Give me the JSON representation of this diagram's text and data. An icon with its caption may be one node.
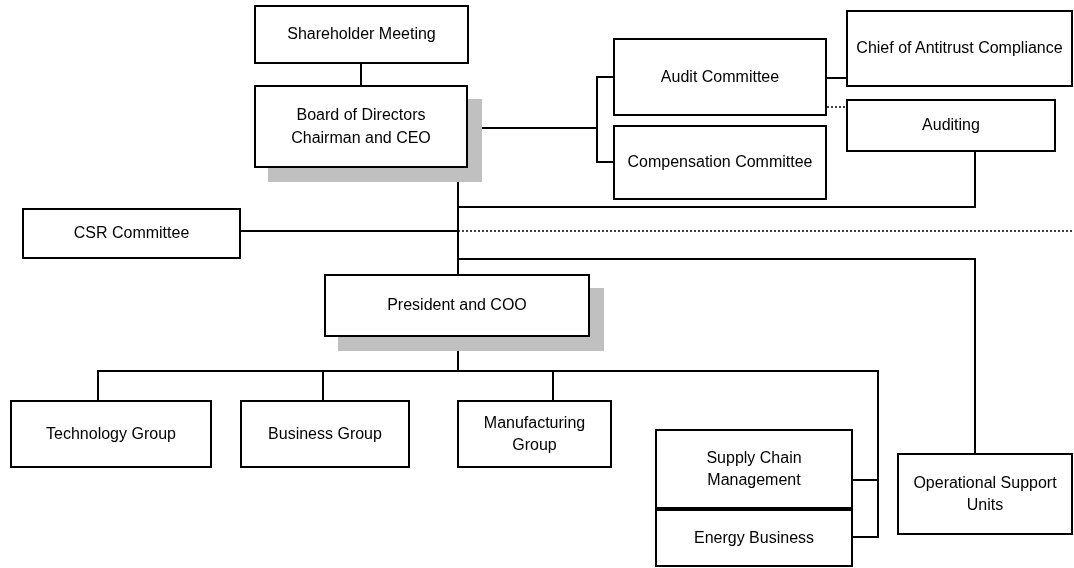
{
  "diagram": {
    "nodes": [
      {
        "text": [
          "Shareholder Meeting"
        ]
      },
      {
        "text": [
          "Board of Directors",
          "Chairman and CEO"
        ]
      },
      {
        "text": [
          "Audit Committee"
        ]
      },
      {
        "text": [
          "Compensation Committee"
        ]
      },
      {
        "text": [
          "Chief of Antitrust Compliance"
        ]
      },
      {
        "text": [
          "Auditing"
        ]
      },
      {
        "text": [
          "CSR Committee"
        ]
      },
      {
        "text": [
          "President and COO"
        ]
      },
      {
        "text": [
          "Technology Group"
        ]
      },
      {
        "text": [
          "Business Group"
        ]
      },
      {
        "text": [
          "Manufacturing Group"
        ]
      },
      {
        "text": [
          "Supply Chain Management"
        ]
      },
      {
        "text": [
          "Energy Business"
        ]
      },
      {
        "text": [
          "Operational Support Units"
        ]
      }
    ],
    "edges": [
      {
        "from": 0,
        "to": 1,
        "arrow": "none"
      },
      {
        "from": 1,
        "to": 2,
        "arrow": "none"
      },
      {
        "from": 1,
        "to": 3,
        "arrow": "none"
      },
      {
        "from": 2,
        "to": 4,
        "arrow": "none"
      },
      {
        "from": 2,
        "to": 5,
        "arrow": "none",
        "style": "dashed"
      },
      {
        "from": 5,
        "to": 1,
        "arrow": "none"
      },
      {
        "from": 1,
        "to": 6,
        "arrow": "none"
      },
      {
        "from": 1,
        "to": 7,
        "arrow": "none"
      },
      {
        "from": 1,
        "to": 13,
        "arrow": "none"
      },
      {
        "from": 7,
        "to": 8,
        "arrow": "none"
      },
      {
        "from": 7,
        "to": 9,
        "arrow": "none"
      },
      {
        "from": 7,
        "to": 10,
        "arrow": "none"
      },
      {
        "from": 7,
        "to": 11,
        "arrow": "none"
      },
      {
        "from": 7,
        "to": 12,
        "arrow": "none"
      },
      {
        "from": 1,
        "to": null,
        "arrow": "none",
        "style": "dashed"
      }
    ]
  }
}
